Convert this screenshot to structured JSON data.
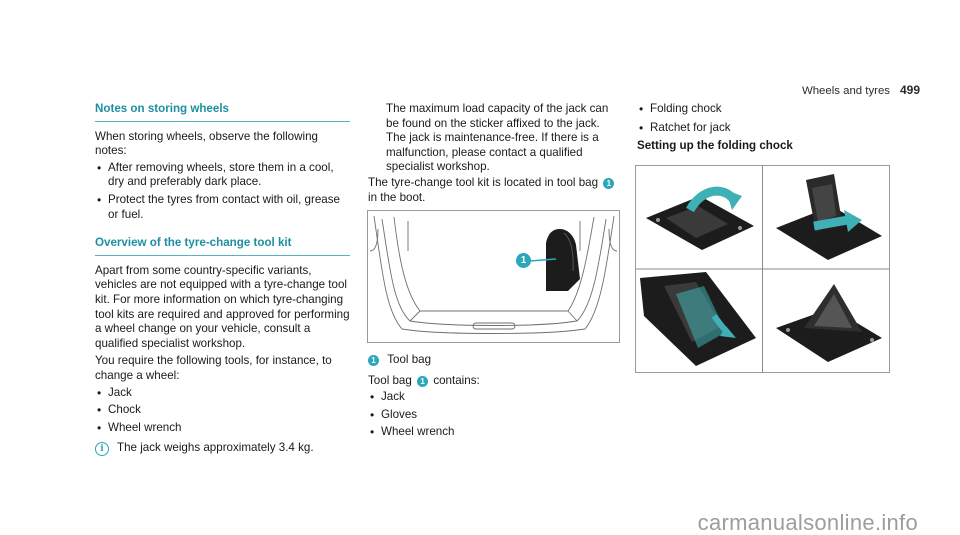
{
  "header": {
    "section": "Wheels and tyres",
    "page_number": "499"
  },
  "storing": {
    "heading": "Notes on storing wheels",
    "intro": "When storing wheels, observe the following notes:",
    "bullets": [
      "After removing wheels, store them in a cool, dry and preferably dark place.",
      "Protect the tyres from contact with oil, grease or fuel."
    ]
  },
  "overview": {
    "heading": "Overview of the tyre-change tool kit",
    "para": "Apart from some country-specific variants, vehicles are not equipped with a tyre-change tool kit. For more information on which tyre-changing tool kits are required and approved for performing a wheel change on your vehicle, consult a qualified specialist workshop.",
    "need": "You require the following tools, for instance, to change a wheel:",
    "tools": [
      "Jack",
      "Chock",
      "Wheel wrench"
    ],
    "note": "The jack weighs approximately 3.4 kg."
  },
  "jack": {
    "para": "The maximum load capacity of the jack can be found on the sticker affixed to the jack. The jack is maintenance-free. If there is a malfunction, please contact a qualified specialist workshop.",
    "located_pre": "The tyre-change tool kit is located in tool bag",
    "located_post": "in the boot.",
    "callout": "1"
  },
  "figure_boot": {
    "callout": "1",
    "caption": "Tool bag"
  },
  "toolbag": {
    "contains_pre": "Tool bag",
    "contains_post": "contains:",
    "items": [
      "Jack",
      "Gloves",
      "Wheel wrench"
    ]
  },
  "chock": {
    "items": [
      "Folding chock",
      "Ratchet for jack"
    ],
    "heading": "Setting up the folding chock"
  },
  "watermark": "carmanualsonline.info",
  "colors": {
    "accent": "#2aa7b8",
    "heading": "#1e8fa3",
    "arrow": "#3fb0b5",
    "part": "#1c1c1c"
  }
}
